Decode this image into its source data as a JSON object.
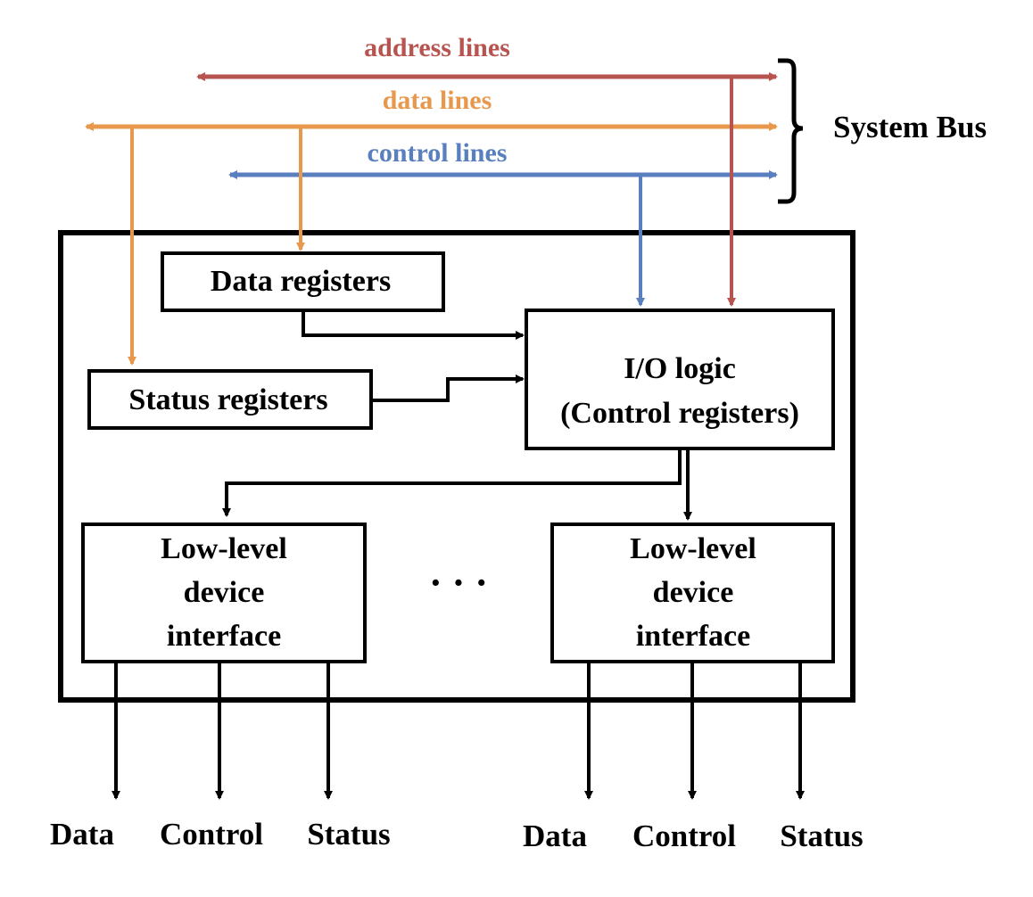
{
  "colors": {
    "address": "#b85450",
    "data": "#e8984d",
    "control": "#5a7fbf",
    "ink": "#000000"
  },
  "bus": {
    "address_label": "address lines",
    "data_label": "data lines",
    "control_label": "control lines",
    "system_bus_label": "System Bus"
  },
  "boxes": {
    "data_registers": "Data registers",
    "status_registers": "Status registers",
    "io_logic_line1": "I/O logic",
    "io_logic_line2": "(Control registers)",
    "low_level_left": [
      "Low-level",
      "device",
      "interface"
    ],
    "low_level_right": [
      "Low-level",
      "device",
      "interface"
    ],
    "ellipsis": "· · ·"
  },
  "outputs": {
    "left": [
      "Data",
      "Control",
      "Status"
    ],
    "right": [
      "Data",
      "Control",
      "Status"
    ]
  }
}
